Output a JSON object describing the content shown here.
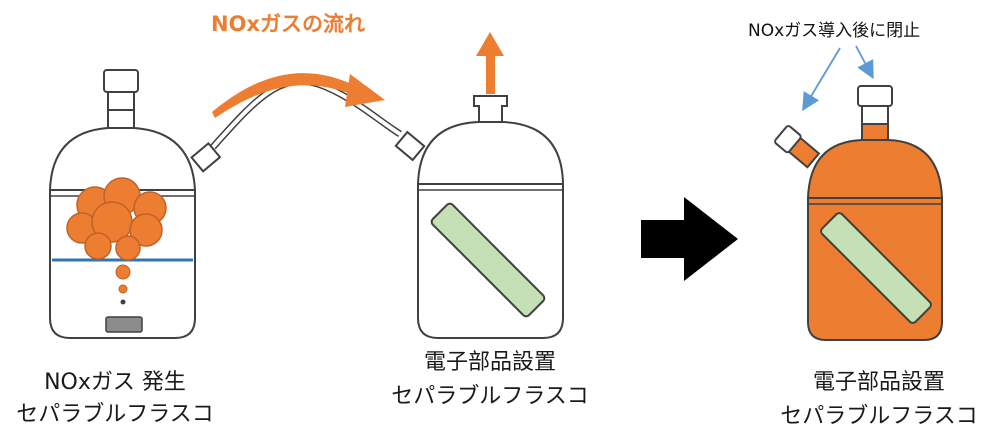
{
  "diagram": {
    "flow_label": "NOxガスの流れ",
    "closed_note": "NOxガス導入後に閉止",
    "flask1": {
      "line1": "NOxガス 発生",
      "line2": "セパラブルフラスコ"
    },
    "flask2": {
      "line1": "電子部品設置",
      "line2": "セパラブルフラスコ"
    },
    "flask3": {
      "line1": "電子部品設置",
      "line2": "セパラブルフラスコ"
    },
    "colors": {
      "gas": "#ed7d31",
      "liquid_line": "#2e75b6",
      "component": "#c5e0b4",
      "outline": "#404040",
      "pointer": "#5b9bd5",
      "big_arrow": "#000000"
    }
  }
}
